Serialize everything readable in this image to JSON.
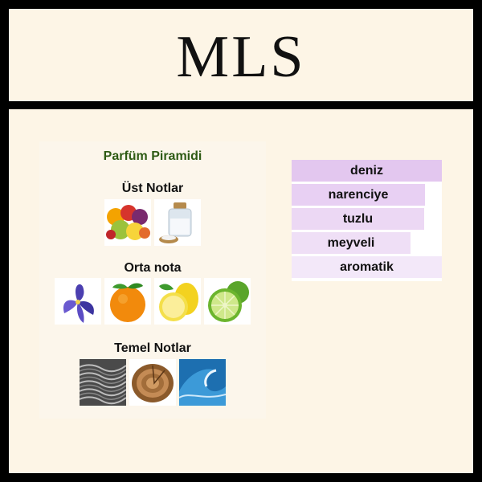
{
  "brand": {
    "name": "MLS"
  },
  "pyramid": {
    "title": "Parfüm Piramidi",
    "top": {
      "label": "Üst Notlar",
      "items": [
        {
          "icon": "fruits-icon"
        },
        {
          "icon": "salt-icon"
        }
      ]
    },
    "middle": {
      "label": "Orta nota",
      "items": [
        {
          "icon": "iris-flower-icon"
        },
        {
          "icon": "orange-icon"
        },
        {
          "icon": "lemon-icon"
        },
        {
          "icon": "lime-icon"
        }
      ]
    },
    "base": {
      "label": "Temel Notlar",
      "items": [
        {
          "icon": "musk-fur-icon"
        },
        {
          "icon": "wood-icon"
        },
        {
          "icon": "ocean-wave-icon"
        }
      ]
    }
  },
  "accords": [
    {
      "label": "deniz",
      "strength": 1.0,
      "color": "#e3c7ef"
    },
    {
      "label": "narenciye",
      "strength": 0.89,
      "color": "#e8d0f3"
    },
    {
      "label": "tuzlu",
      "strength": 0.88,
      "color": "#ecd8f4"
    },
    {
      "label": "meyveli",
      "strength": 0.79,
      "color": "#efdff6"
    },
    {
      "label": "aromatik",
      "strength": 1.0,
      "color": "#f3e8f9"
    }
  ],
  "colors": {
    "background": "#fdf5e6",
    "frame": "#000000",
    "title_green": "#2e5b14"
  }
}
